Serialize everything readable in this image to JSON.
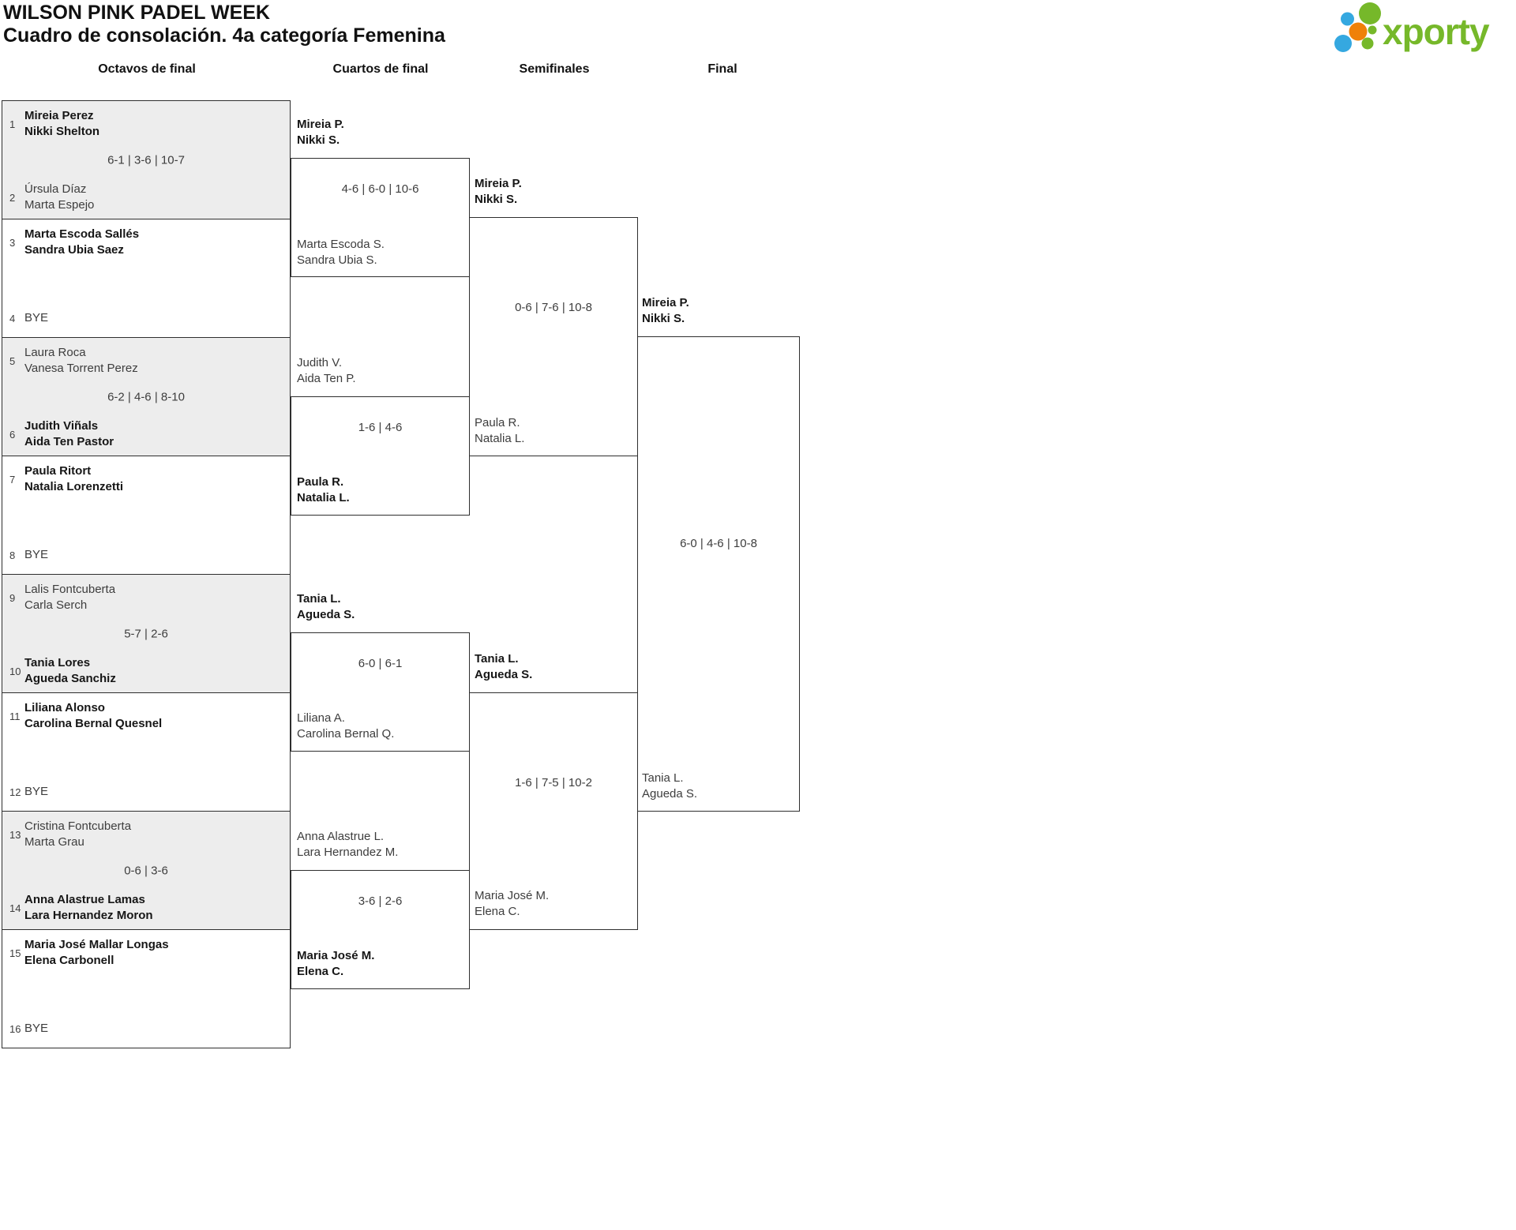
{
  "title": "WILSON PINK PADEL WEEK",
  "subtitle": "Cuadro de consolación. 4a categoría Femenina",
  "logo_text": "xporty",
  "colors": {
    "logo_green": "#76b82a",
    "logo_blue": "#35a8e0",
    "logo_orange": "#ef8109",
    "box_gray": "#ededed",
    "border": "#2e2e2e"
  },
  "round_headers": [
    "Octavos de final",
    "Cuartos de final",
    "Semifinales",
    "Final"
  ],
  "round16": [
    {
      "seed1": "1",
      "team1": [
        "Mireia Perez",
        "Nikki Shelton"
      ],
      "score": "6-1 | 3-6 | 10-7",
      "seed2": "2",
      "team2": [
        "Úrsula Díaz",
        "Marta Espejo"
      ],
      "winner": "top"
    },
    {
      "seed1": "3",
      "team1": [
        "Marta Escoda Sallés",
        "Sandra Ubia Saez"
      ],
      "score": "",
      "seed2": "4",
      "team2": [
        "BYE"
      ],
      "winner": "top"
    },
    {
      "seed1": "5",
      "team1": [
        "Laura Roca",
        "Vanesa Torrent Perez"
      ],
      "score": "6-2 | 4-6 | 8-10",
      "seed2": "6",
      "team2": [
        "Judith Viñals",
        "Aida Ten Pastor"
      ],
      "winner": "bottom"
    },
    {
      "seed1": "7",
      "team1": [
        "Paula Ritort",
        "Natalia Lorenzetti"
      ],
      "score": "",
      "seed2": "8",
      "team2": [
        "BYE"
      ],
      "winner": "top"
    },
    {
      "seed1": "9",
      "team1": [
        "Lalis Fontcuberta",
        "Carla Serch"
      ],
      "score": "5-7 | 2-6",
      "seed2": "10",
      "team2": [
        "Tania Lores",
        "Agueda Sanchiz"
      ],
      "winner": "bottom"
    },
    {
      "seed1": "11",
      "team1": [
        "Liliana Alonso",
        "Carolina Bernal Quesnel"
      ],
      "score": "",
      "seed2": "12",
      "team2": [
        "BYE"
      ],
      "winner": "top"
    },
    {
      "seed1": "13",
      "team1": [
        "Cristina Fontcuberta",
        "Marta Grau"
      ],
      "score": "0-6 | 3-6",
      "seed2": "14",
      "team2": [
        "Anna Alastrue Lamas",
        "Lara Hernandez Moron"
      ],
      "winner": "bottom"
    },
    {
      "seed1": "15",
      "team1": [
        "Maria José Mallar Longas",
        "Elena Carbonell"
      ],
      "score": "",
      "seed2": "16",
      "team2": [
        "BYE"
      ],
      "winner": "top"
    }
  ],
  "quarterfinals": [
    {
      "team1": [
        "Mireia P.",
        "Nikki S."
      ],
      "score": "4-6 | 6-0 | 10-6",
      "team2": [
        "Marta Escoda S.",
        "Sandra Ubia S."
      ],
      "winner": "top"
    },
    {
      "team1": [
        "Judith V.",
        "Aida Ten P."
      ],
      "score": "1-6 | 4-6",
      "team2": [
        "Paula R.",
        "Natalia L."
      ],
      "winner": "bottom"
    },
    {
      "team1": [
        "Tania L.",
        "Agueda S."
      ],
      "score": "6-0 | 6-1",
      "team2": [
        "Liliana A.",
        "Carolina Bernal Q."
      ],
      "winner": "top"
    },
    {
      "team1": [
        "Anna Alastrue L.",
        "Lara Hernandez M."
      ],
      "score": "3-6 | 2-6",
      "team2": [
        "Maria José M.",
        "Elena C."
      ],
      "winner": "bottom"
    }
  ],
  "semifinals": [
    {
      "team1": [
        "Mireia P.",
        "Nikki S."
      ],
      "score": "0-6 | 7-6 | 10-8",
      "team2": [
        "Paula R.",
        "Natalia L."
      ],
      "winner": "top"
    },
    {
      "team1": [
        "Tania L.",
        "Agueda S."
      ],
      "score": "1-6 | 7-5 | 10-2",
      "team2": [
        "Maria José M.",
        "Elena C."
      ],
      "winner": "top"
    }
  ],
  "final": {
    "team1": [
      "Mireia P.",
      "Nikki S."
    ],
    "score": "6-0 | 4-6 | 10-8",
    "team2": [
      "Tania L.",
      "Agueda S."
    ],
    "winner": "top"
  }
}
